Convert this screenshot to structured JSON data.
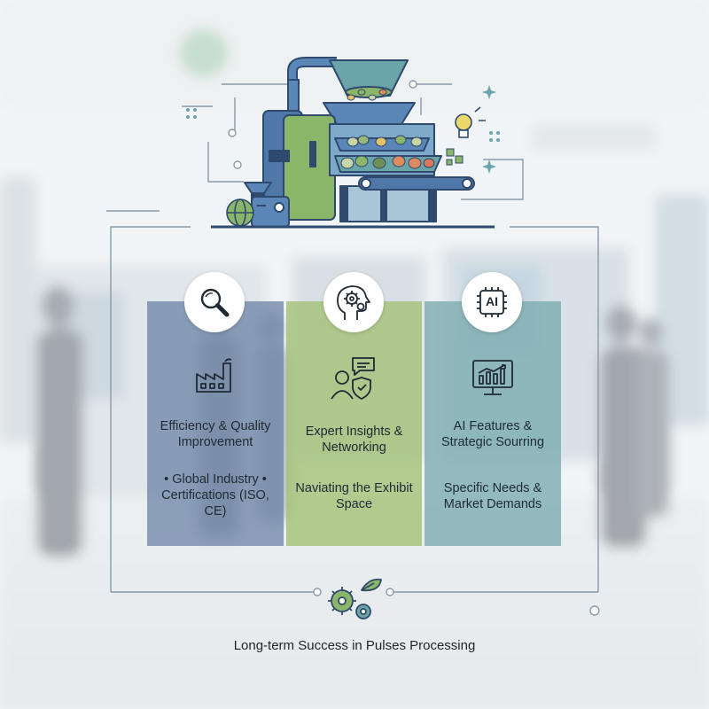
{
  "panels": [
    {
      "badge_icon": "magnifier-icon",
      "panel_icon": "factory-icon",
      "heading": "Efficiency & Quality Improvement",
      "detail": "• Global Industry • Certifications (ISO, CE)",
      "color": "#7086a8"
    },
    {
      "badge_icon": "gear-head-icon",
      "panel_icon": "expert-chat-shield-icon",
      "heading": "Expert Insights & Networking",
      "detail": "Naviating the Exhibit Space",
      "color": "#a4c076"
    },
    {
      "badge_icon": "ai-chip-icon",
      "badge_label": "AI",
      "panel_icon": "monitor-chart-icon",
      "heading": "AI Features & Strategic Sourring",
      "detail": "Specific Needs & Market Demands",
      "color": "#7cacb0"
    }
  ],
  "footer": {
    "icon": "gears-leaf-icon",
    "text": "Long-term Success in Pulses Processing"
  },
  "illustration": {
    "name": "pulses-processing-machine-illustration",
    "icons": [
      "globe-icon",
      "lightbulb-icon",
      "sparkle-icon"
    ],
    "colors": {
      "navy": "#2f4a6e",
      "blue": "#5b86b8",
      "green": "#8bb66a",
      "teal": "#6aa3a8",
      "orange": "#e08a60"
    }
  }
}
